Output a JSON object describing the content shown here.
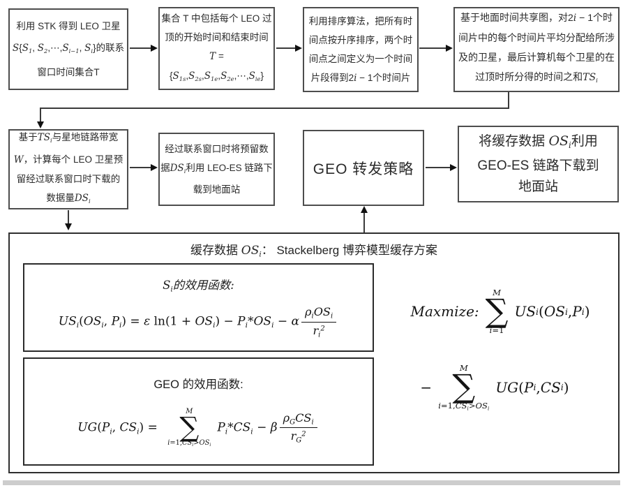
{
  "palette": {
    "box_border": "#4d4d4d",
    "big_border": "#2f2f2f",
    "arrow": "#111111",
    "text": "#2b2b2b"
  },
  "boxes": {
    "b1": {
      "lines": [
        "利用 STK 得到 LEO 卫星",
        [
          {
            "i": "S"
          },
          "{",
          {
            "i": "S"
          },
          {
            "sub": "1"
          },
          ", ",
          {
            "i": "S"
          },
          {
            "sub": "2"
          },
          ",⋯,",
          {
            "i": "S"
          },
          {
            "sub": "i−1"
          },
          ", ",
          {
            "i": "S"
          },
          {
            "sub": "i"
          },
          "}的联系"
        ],
        "窗口时间集合T"
      ]
    },
    "b2": {
      "lines": [
        "集合 T 中包括每个 LEO 过",
        "顶的开始时间和结束时间",
        [
          {
            "i": "T"
          },
          " ="
        ],
        [
          "{",
          {
            "i": "S"
          },
          {
            "sub": "1s"
          },
          ",",
          {
            "i": "S"
          },
          {
            "sub": "2s"
          },
          ",",
          {
            "i": "S"
          },
          {
            "sub": "1e"
          },
          ",",
          {
            "i": "S"
          },
          {
            "sub": "2e"
          },
          ",⋯,",
          {
            "i": "S"
          },
          {
            "sub": "ie"
          },
          "}"
        ]
      ]
    },
    "b3": {
      "lines": [
        "利用排序算法，把所有时",
        "间点按升序排序，两个时",
        "间点之间定义为一个时间",
        [
          "片段得到2",
          {
            "i": "i"
          },
          " − 1个时间片"
        ]
      ]
    },
    "b4": {
      "lines": [
        [
          "基于地面时间共享图，对2",
          {
            "i": "i"
          },
          " − 1个时"
        ],
        "间片中的每个时间片平均分配给所涉",
        "及的卫星，最后计算机每个卫星的在",
        [
          "过顶时所分得的时间之和",
          {
            "i": "TS"
          },
          {
            "sub": "i"
          }
        ]
      ]
    },
    "r1": {
      "lines": [
        [
          "基于",
          {
            "i": "TS"
          },
          {
            "sub": "i"
          },
          "与星地链路带宽"
        ],
        [
          {
            "i": "W"
          },
          "，计算每个 LEO 卫星预"
        ],
        "留经过联系窗口时下载的",
        [
          "数据量",
          {
            "i": "DS"
          },
          {
            "sub": "i"
          }
        ]
      ]
    },
    "r2": {
      "lines": [
        "经过联系窗口时将预留数",
        [
          "据",
          {
            "i": "DS"
          },
          {
            "sub": "i"
          },
          "利用 LEO-ES 链路下"
        ],
        "载到地面站"
      ]
    },
    "geo": {
      "label": "GEO 转发策略"
    },
    "r4": {
      "lines": [
        [
          "将缓存数据 ",
          {
            "i": "OS"
          },
          {
            "sub": "i"
          },
          "利用"
        ],
        "GEO-ES 链路下载到",
        "地面站"
      ]
    }
  },
  "big_box": {
    "title": [
      "缓存数据 ",
      {
        "i": "OS"
      },
      {
        "sub": "i"
      },
      "： Stackelberg 博弈模型缓存方案"
    ],
    "us_box": {
      "heading": [
        {
          "i": "S"
        },
        {
          "sub": "i"
        },
        {
          "i": "的效用函数:"
        }
      ],
      "formula": [
        {
          "i": "US"
        },
        {
          "sub": "i"
        },
        "(",
        {
          "i": "OS"
        },
        {
          "sub": "i"
        },
        ", ",
        {
          "i": "P"
        },
        {
          "sub": "i"
        },
        ") = ",
        {
          "i": "ε"
        },
        " ln(1 + ",
        {
          "i": "OS"
        },
        {
          "sub": "i"
        },
        ") − ",
        {
          "i": "P"
        },
        {
          "sub": "i"
        },
        "*",
        {
          "i": "OS"
        },
        {
          "sub": "i"
        },
        " − ",
        {
          "i": "α"
        },
        {
          "frac": {
            "n": [
              {
                "i": "ρ"
              },
              {
                "sub": "i"
              },
              {
                "i": "OS"
              },
              {
                "sub": "i"
              }
            ],
            "d": [
              {
                "i": "r"
              },
              {
                "sub": "i"
              },
              {
                "sup": "2"
              }
            ]
          }
        }
      ]
    },
    "ug_box": {
      "heading": "GEO 的效用函数:",
      "formula": [
        {
          "i": "UG"
        },
        "(",
        {
          "i": "P"
        },
        {
          "sub": "i"
        },
        ", ",
        {
          "i": "CS"
        },
        {
          "sub": "i"
        },
        ") = ",
        {
          "sum": {
            "t": [
              {
                "i": "M"
              }
            ],
            "b": [
              {
                "i": "i"
              },
              "=1,",
              {
                "i": "CS"
              },
              {
                "sub": "i"
              },
              ">",
              {
                "i": "OS"
              },
              {
                "sub": "i"
              }
            ]
          }
        },
        {
          "i": "P"
        },
        {
          "sub": "i"
        },
        "*",
        {
          "i": "CS"
        },
        {
          "sub": "i"
        },
        " − ",
        {
          "i": "β"
        },
        {
          "frac": {
            "n": [
              {
                "i": "ρ"
              },
              {
                "sub": "G"
              },
              {
                "i": "CS"
              },
              {
                "sub": "i"
              }
            ],
            "d": [
              {
                "i": "r"
              },
              {
                "sub": "G"
              },
              {
                "sup": "2"
              }
            ]
          }
        }
      ]
    },
    "objective": {
      "line1": [
        {
          "i": "Maxmize:"
        },
        " ",
        {
          "sum": {
            "t": [
              {
                "i": "M"
              }
            ],
            "b": [
              {
                "i": "i"
              },
              "=1"
            ]
          }
        },
        {
          "i": "US"
        },
        {
          "sub": "i"
        },
        "(",
        {
          "i": "OS"
        },
        {
          "sub": "i"
        },
        ", ",
        {
          "i": "P"
        },
        {
          "sub": "i"
        },
        ")"
      ],
      "line2": [
        "− ",
        {
          "sum": {
            "t": [
              {
                "i": "M"
              }
            ],
            "b": [
              {
                "i": "i"
              },
              "=1,",
              {
                "i": "CS"
              },
              {
                "sub": "i"
              },
              ">",
              {
                "i": "OS"
              },
              {
                "sub": "i"
              }
            ]
          }
        },
        {
          "i": "UG"
        },
        "(",
        {
          "i": "P"
        },
        {
          "sub": "i"
        },
        ", ",
        {
          "i": "CS"
        },
        {
          "sub": "i"
        },
        ")"
      ]
    }
  }
}
